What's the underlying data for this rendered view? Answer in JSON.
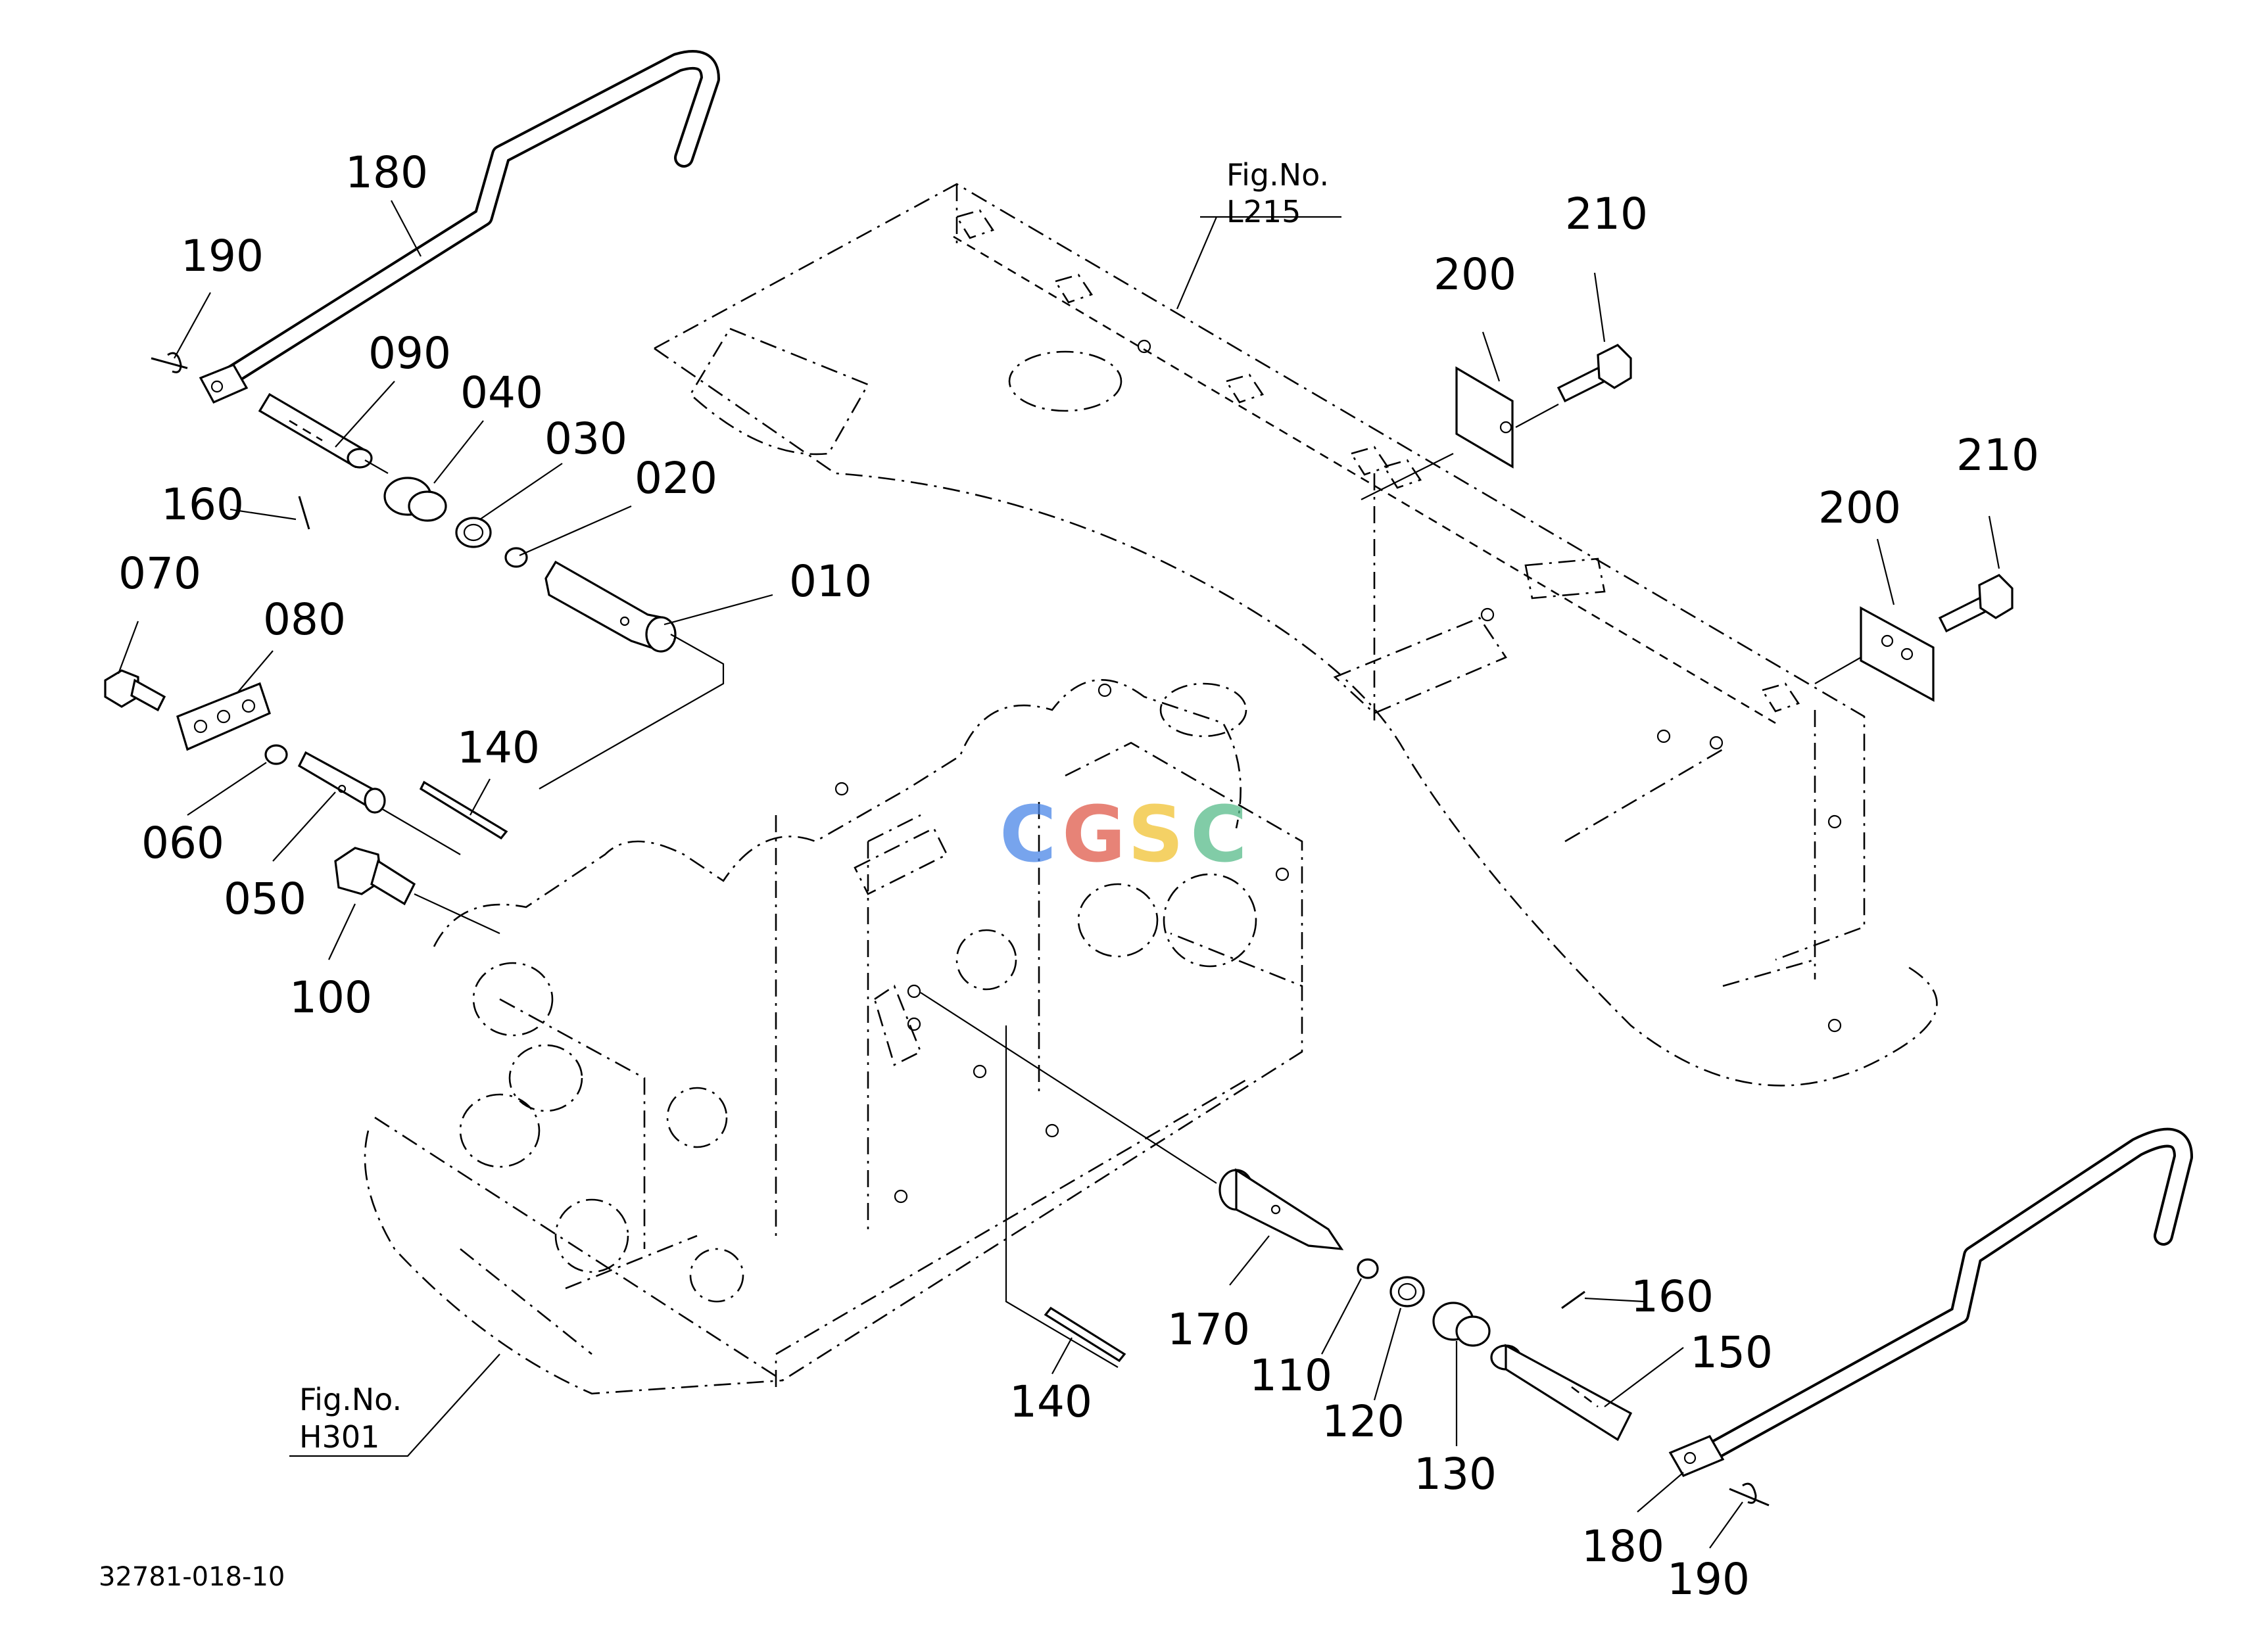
{
  "diagram_code": "32781-018-10",
  "figure_refs": [
    {
      "id": "l215",
      "line1": "Fig.No.",
      "line2": "L215"
    },
    {
      "id": "h301",
      "line1": "Fig.No.",
      "line2": "H301"
    }
  ],
  "watermark": {
    "text": "CGSC",
    "letters": [
      {
        "ch": "C",
        "color": "#4a86e8"
      },
      {
        "ch": "G",
        "color": "#e05a4a"
      },
      {
        "ch": "S",
        "color": "#f1c232"
      },
      {
        "ch": "C",
        "color": "#57bb8a"
      }
    ]
  },
  "callouts": [
    {
      "id": "180a",
      "text": "180"
    },
    {
      "id": "190a",
      "text": "190"
    },
    {
      "id": "090",
      "text": "090"
    },
    {
      "id": "040",
      "text": "040"
    },
    {
      "id": "030",
      "text": "030"
    },
    {
      "id": "020",
      "text": "020"
    },
    {
      "id": "160a",
      "text": "160"
    },
    {
      "id": "010",
      "text": "010"
    },
    {
      "id": "070",
      "text": "070"
    },
    {
      "id": "080",
      "text": "080"
    },
    {
      "id": "140a",
      "text": "140"
    },
    {
      "id": "060",
      "text": "060"
    },
    {
      "id": "050",
      "text": "050"
    },
    {
      "id": "100",
      "text": "100"
    },
    {
      "id": "210a",
      "text": "210"
    },
    {
      "id": "200a",
      "text": "200"
    },
    {
      "id": "210b",
      "text": "210"
    },
    {
      "id": "200b",
      "text": "200"
    },
    {
      "id": "160b",
      "text": "160"
    },
    {
      "id": "150",
      "text": "150"
    },
    {
      "id": "170",
      "text": "170"
    },
    {
      "id": "110",
      "text": "110"
    },
    {
      "id": "120",
      "text": "120"
    },
    {
      "id": "130",
      "text": "130"
    },
    {
      "id": "140b",
      "text": "140"
    },
    {
      "id": "180b",
      "text": "180"
    },
    {
      "id": "190b",
      "text": "190"
    }
  ]
}
